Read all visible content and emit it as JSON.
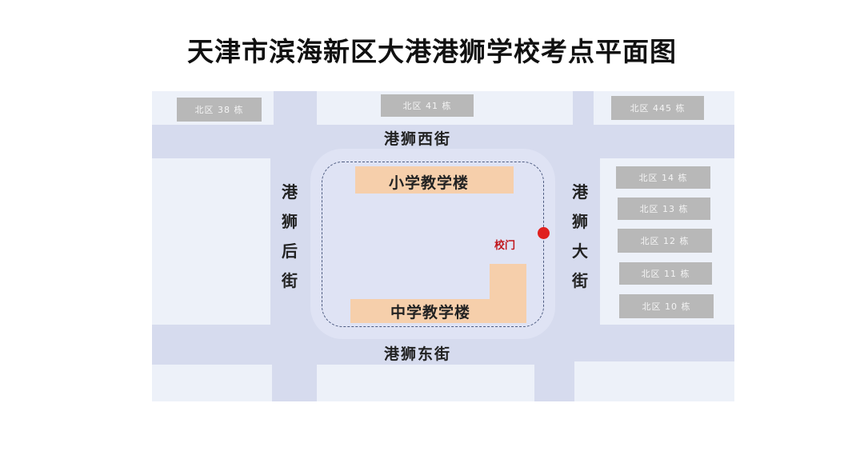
{
  "title": "天津市滨海新区大港港狮学校考点平面图",
  "streets": {
    "west_street": "港狮西街",
    "east_street": "港狮东街",
    "hou_street": "港狮后街",
    "da_street": "港狮大街"
  },
  "buildings": {
    "primary": "小学教学楼",
    "middle": "中学教学楼"
  },
  "gate": {
    "label": "校门",
    "color": "#e0201e"
  },
  "blocks": {
    "b38": "北区 38 栋",
    "b41": "北区 41 栋",
    "b445": "北区 445 栋",
    "b14": "北区 14 栋",
    "b13": "北区 13 栋",
    "b12": "北区 12 栋",
    "b11": "北区 11 栋",
    "b10": "北区 10 栋"
  },
  "colors": {
    "road": "#d6dbee",
    "block": "#edf1f9",
    "building": "#f6cfab",
    "label_box": "#b8b8b8"
  }
}
